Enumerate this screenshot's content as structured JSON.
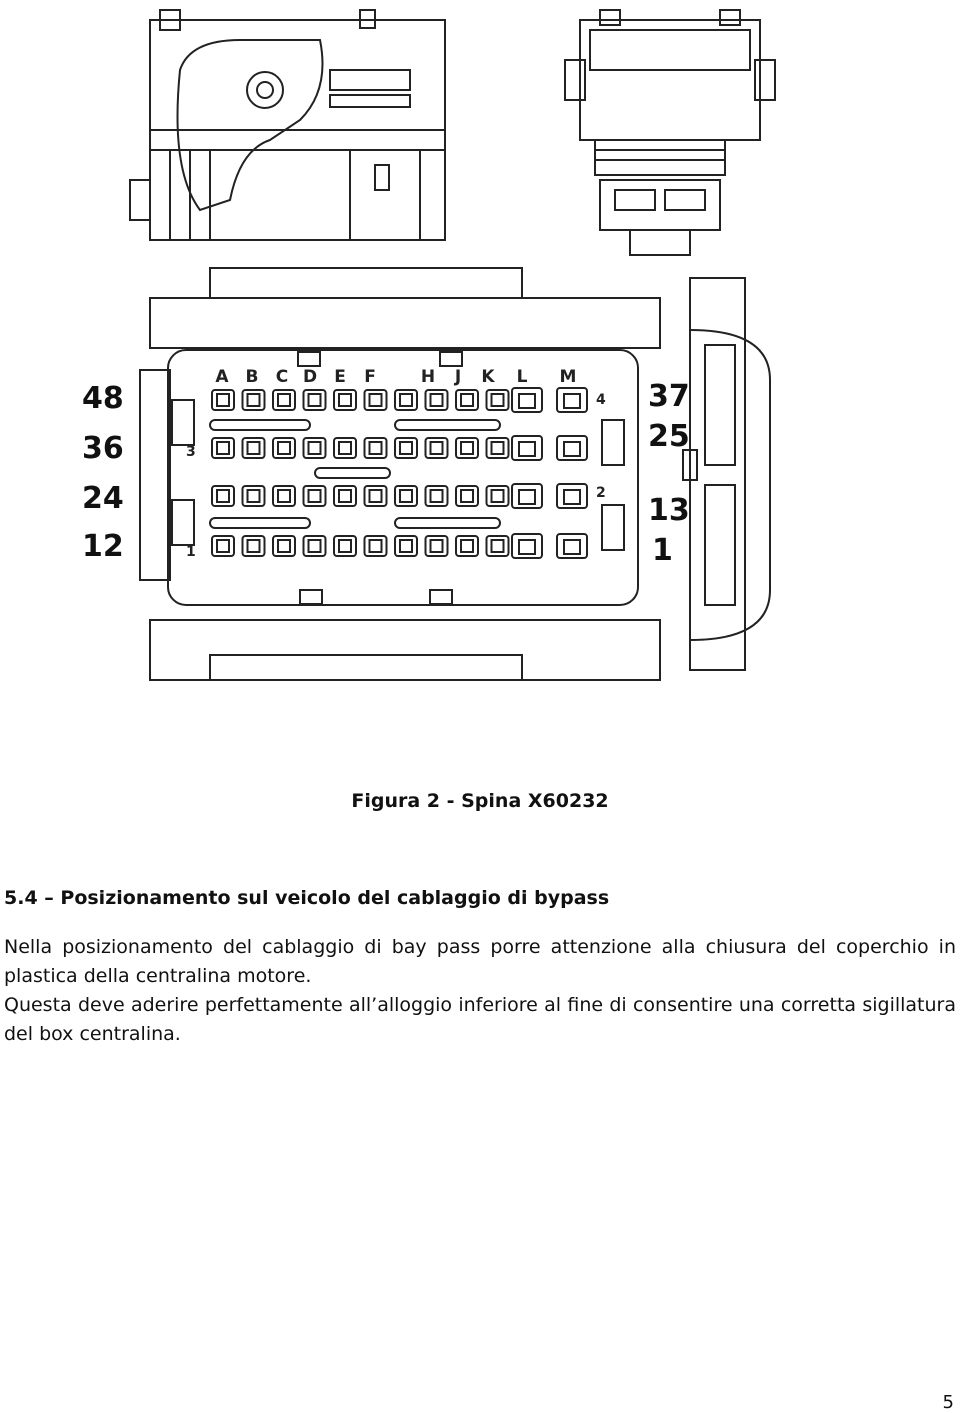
{
  "figure": {
    "column_letters": [
      "A",
      "B",
      "C",
      "D",
      "E",
      "F",
      "H",
      "J",
      "K",
      "L",
      "M"
    ],
    "left_row_numbers": [
      "48",
      "36",
      "24",
      "12"
    ],
    "right_row_numbers": [
      "37",
      "25",
      "13",
      "1"
    ],
    "small_row_markers": [
      "4",
      "3",
      "2",
      "1"
    ]
  },
  "caption": "Figura 2 - Spina X60232",
  "heading": "5.4 – Posizionamento sul veicolo del cablaggio di bypass",
  "paragraphs": [
    "Nella posizionamento del cablaggio di bay pass porre attenzione alla chiusura del coperchio in plastica della centralina motore.",
    "Questa deve aderire perfettamente  all’alloggio inferiore al fine di consentire una corretta sigillatura del box centralina."
  ],
  "page_number": "5"
}
